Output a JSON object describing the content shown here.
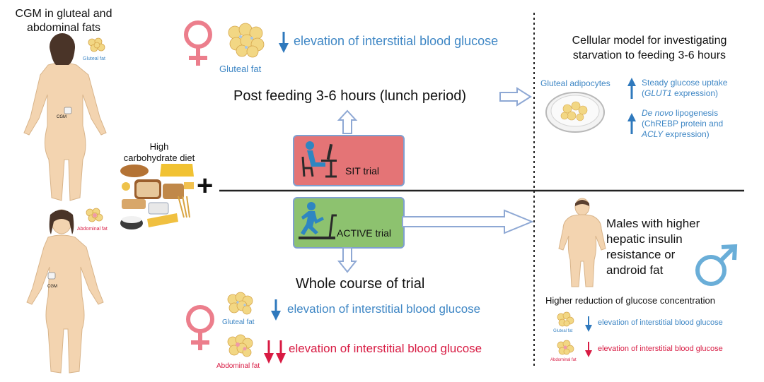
{
  "colors": {
    "female": "#ec7e8c",
    "male": "#6aaed8",
    "blue_text": "#3f87c5",
    "red_text": "#d81b43",
    "sit_box": "#e47476",
    "active_box": "#8dc26f",
    "box_border": "#7f9fcf",
    "skin": "#f3d4b0"
  },
  "left": {
    "title_line1": "CGM in gluteal and",
    "title_line2": "abdominal fats",
    "female_back": {
      "fat_label": "Gluteal fat",
      "sensor_label": "CGM"
    },
    "female_front": {
      "fat_label": "Abdominal fat",
      "sensor_label": "CGM"
    },
    "diet_line1": "High",
    "diet_line2": "carbohydrate diet",
    "plus": "+"
  },
  "top": {
    "fat_label": "Gluteal fat",
    "effect": "elevation of  interstitial blood glucose",
    "period": "Post feeding 3-6 hours (lunch period)"
  },
  "sit": {
    "label": "SIT trial"
  },
  "active": {
    "label": "ACTIVE trial"
  },
  "bottom": {
    "period": "Whole course of trial",
    "row1": {
      "fat_label": "Gluteal fat",
      "effect": "elevation of  interstitial blood glucose"
    },
    "row2": {
      "fat_label": "Abdominal fat",
      "effect": "elevation of interstitial blood glucose"
    }
  },
  "right_top": {
    "title_line1": "Cellular model for investigating",
    "title_line2": "starvation to feeding 3-6 hours",
    "cells_label": "Gluteal adipocytes",
    "uptake_line1": "Steady glucose uptake",
    "uptake_gene": "GLUT1",
    "uptake_suffix": " expression)",
    "lipo_italic": "De novo",
    "lipo_rest": " lipogenesis",
    "lipo_line2": "(ChREBP protein and",
    "lipo_gene": "ACLY",
    "lipo_suffix": " expression)"
  },
  "right_bottom": {
    "males_line1": "Males with higher",
    "males_line2": "hepatic insulin",
    "males_line3": "resistance or",
    "males_line4": "android fat",
    "reduction": "Higher reduction of glucose concentration",
    "row1": {
      "fat_label": "Gluteal fat",
      "effect": "elevation of interstitial blood glucose"
    },
    "row2": {
      "fat_label": "Abdominal fat",
      "effect": "elevation of interstitial blood glucose"
    }
  }
}
